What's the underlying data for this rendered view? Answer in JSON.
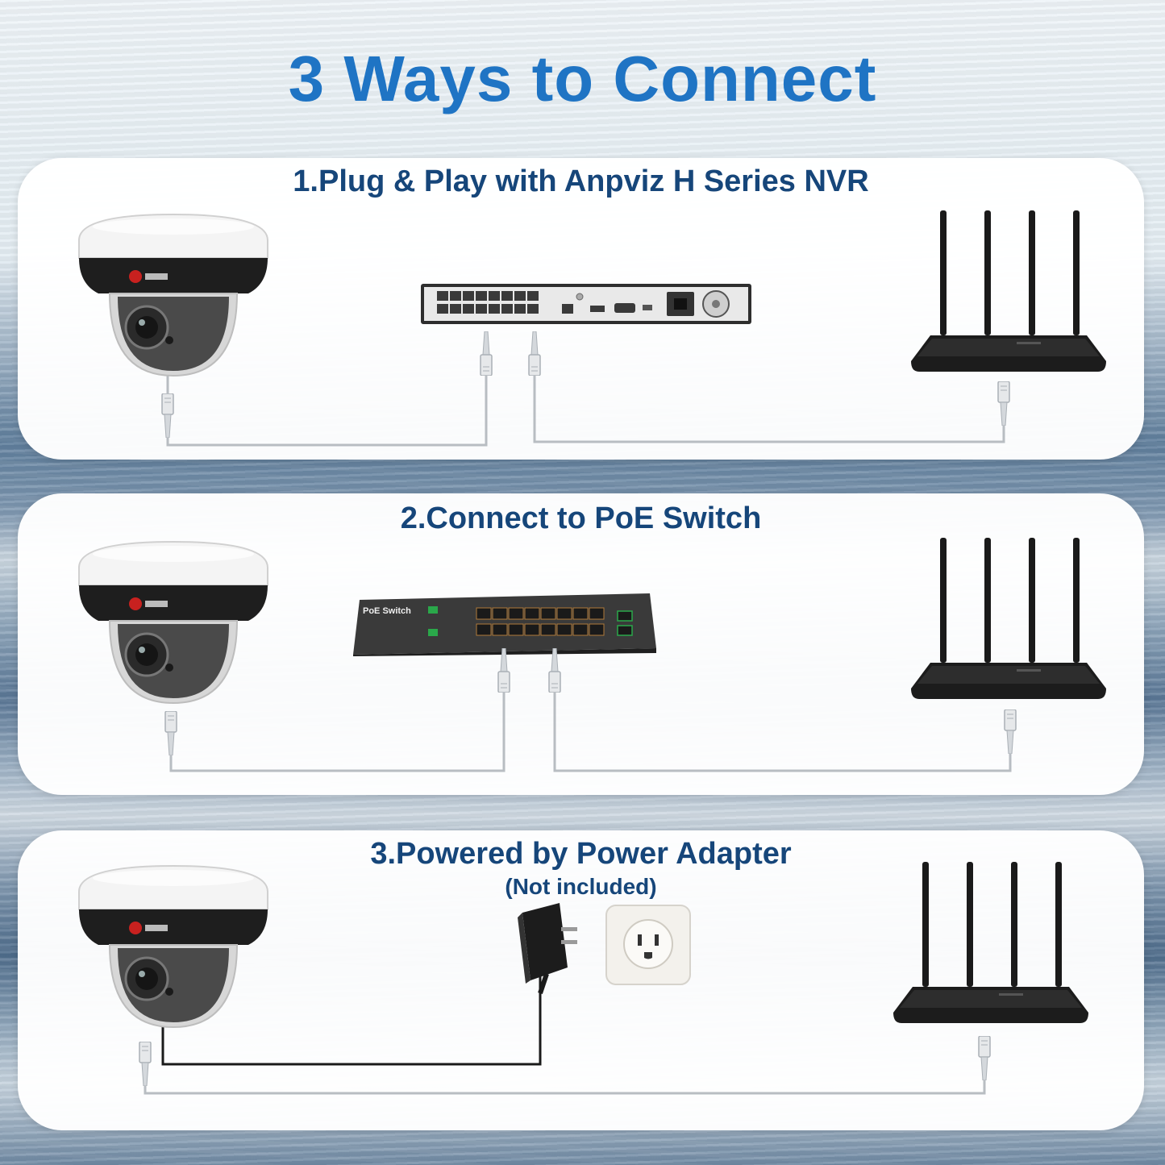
{
  "page": {
    "title": "3 Ways to Connect"
  },
  "panels": [
    {
      "title": "1.Plug & Play with Anpviz H Series NVR",
      "devices": [
        "camera-icon",
        "nvr-icon",
        "router-icon"
      ]
    },
    {
      "title": "2.Connect to PoE Switch",
      "switch_label": "PoE Switch",
      "devices": [
        "camera-icon",
        "poe-switch-icon",
        "router-icon"
      ]
    },
    {
      "title": "3.Powered by Power Adapter",
      "subtitle": "(Not included)",
      "devices": [
        "camera-icon",
        "power-adapter-icon",
        "wall-outlet-icon",
        "router-icon"
      ]
    }
  ],
  "colors": {
    "title": "#1f74c4",
    "panel_title": "#16467a",
    "cable": "#b8bdc2",
    "power_cable": "#1a1a1a",
    "camera_lens": "#1c1c1c",
    "router_body": "#1a1a1a"
  },
  "brand": "ANPVIZ"
}
